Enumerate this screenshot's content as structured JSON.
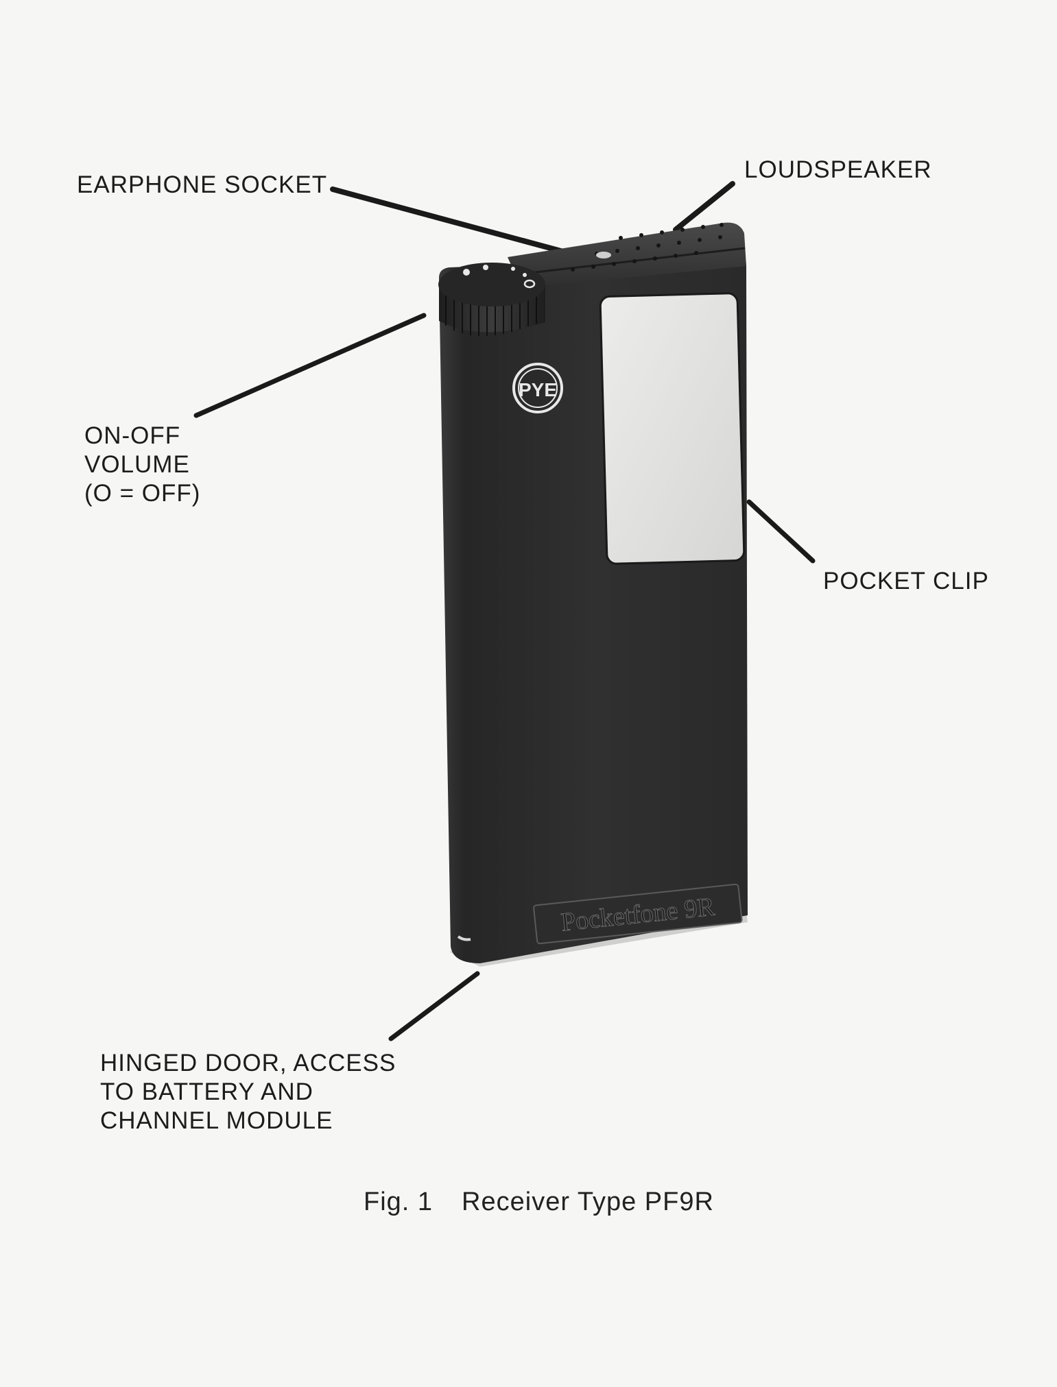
{
  "labels": {
    "earphone_socket": "EARPHONE SOCKET",
    "loudspeaker": "LOUDSPEAKER",
    "on_off_volume": [
      "ON-OFF",
      "VOLUME",
      "(O = OFF)"
    ],
    "pocket_clip": "POCKET CLIP",
    "hinged_door": [
      "HINGED DOOR, ACCESS",
      "TO BATTERY AND",
      "CHANNEL MODULE"
    ]
  },
  "device": {
    "logo_text": "PYE",
    "model_plate_text": "Pocketfone 9R",
    "body_color": "#2b2b2b",
    "clip_color": "#e2e2e0"
  },
  "caption": {
    "figure": "Fig. 1",
    "title": "Receiver Type PF9R"
  }
}
